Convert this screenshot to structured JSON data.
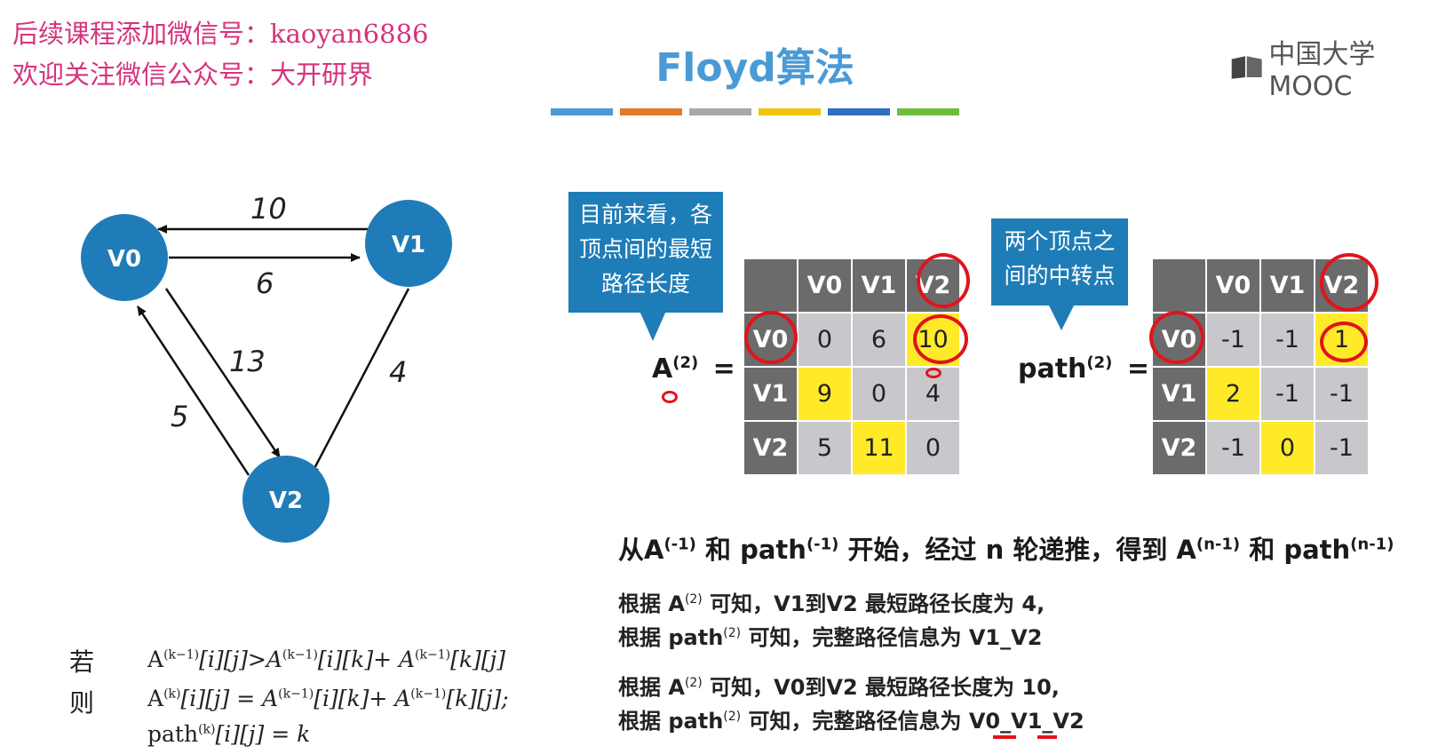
{
  "watermark": {
    "line1": "后续课程添加微信号：kaoyan6886",
    "line2": "欢迎关注微信公众号：大开研界"
  },
  "header": {
    "title": "Floyd算法",
    "logo_text": "中国大学MOOC",
    "color_bar": [
      "#4a9ad6",
      "#e07b2a",
      "#a8a8a8",
      "#f2c40f",
      "#2f6fc0",
      "#6fbe3b"
    ]
  },
  "graph": {
    "nodes": [
      "V0",
      "V1",
      "V2"
    ],
    "edges": [
      {
        "from": "V1",
        "to": "V0",
        "weight": "10"
      },
      {
        "from": "V0",
        "to": "V1",
        "weight": "6"
      },
      {
        "from": "V0",
        "to": "V2",
        "weight": "13"
      },
      {
        "from": "V1",
        "to": "V2",
        "weight": "4"
      },
      {
        "from": "V2",
        "to": "V0",
        "weight": "5"
      }
    ],
    "node_color": "#1f7cb8"
  },
  "callout_a": {
    "line1": "目前来看，各",
    "line2": "顶点间的最短",
    "line3": "路径长度"
  },
  "callout_path": {
    "line1": "两个顶点之",
    "line2": "间的中转点"
  },
  "matrix_a": {
    "label": "A",
    "sup": "(2)",
    "eq": "=",
    "headers": [
      "V0",
      "V1",
      "V2"
    ],
    "rows": [
      [
        "0",
        "6",
        "10"
      ],
      [
        "9",
        "0",
        "4"
      ],
      [
        "5",
        "11",
        "0"
      ]
    ]
  },
  "matrix_path": {
    "label": "path",
    "sup": "(2)",
    "eq": "=",
    "headers": [
      "V0",
      "V1",
      "V2"
    ],
    "rows": [
      [
        "-1",
        "-1",
        "1"
      ],
      [
        "2",
        "-1",
        "-1"
      ],
      [
        "-1",
        "0",
        "-1"
      ]
    ]
  },
  "summary": {
    "p1": "从A",
    "s1": "(-1)",
    "p2": " 和 path",
    "s2": "(-1)",
    "p3": " 开始，经过 n 轮递推，得到 A",
    "s3": "(n-1)",
    "p4": " 和 path",
    "s4": "(n-1)"
  },
  "notes": {
    "n1a": "根据 A",
    "n1sup": "(2)",
    "n1b": " 可知，V1到V2 最短路径长度为 4,",
    "n2a": "根据 path",
    "n2sup": "(2)",
    "n2b": "  可知，完整路径信息为 V1_V2",
    "n3a": "根据 A",
    "n3sup": "(2)",
    "n3b": " 可知，V0到V2 最短路径长度为 10,",
    "n4a": "根据 path",
    "n4sup": "(2)",
    "n4b": "  可知，完整路径信息为 V0_V1_V2"
  },
  "formula": {
    "if_label": "若",
    "then_label": "则",
    "f1": {
      "a": "A",
      "sa": "(k−1)",
      "b": "[i][j]>A",
      "sb": "(k−1)",
      "c": "[i][k]+ A",
      "sc": "(k−1)",
      "d": "[k][j]"
    },
    "f2": {
      "a": "A",
      "sa": "(k)",
      "b": "[i][j] = A",
      "sb": "(k−1)",
      "c": "[i][k]+ A",
      "sc": "(k−1)",
      "d": "[k][j];"
    },
    "f3": {
      "a": "path",
      "sa": "(k)",
      "b": "[i][j] = k"
    }
  }
}
